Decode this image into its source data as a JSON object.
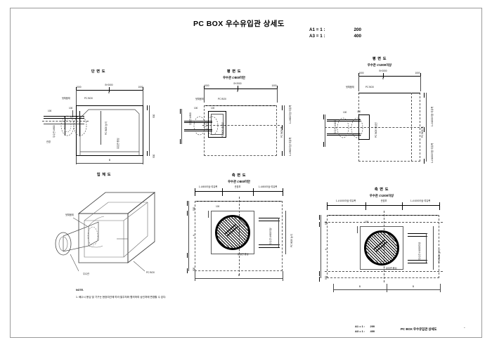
{
  "sheet": {
    "title": "PC BOX 우수유입관 상세도",
    "scale": {
      "a1_label": "A1 = 1 :",
      "a1_value": "200",
      "a3_label": "A3 = 1 :",
      "a3_value": "400"
    }
  },
  "panels": {
    "top_left": {
      "title": "단 면 도",
      "labels": {
        "pcbox": "PC BOX",
        "backfill": "뒷채움재",
        "dim_100": "100",
        "pipe_spec": "우수관 ∅800",
        "top_total": "B+2000",
        "top_b": "B",
        "top_l": "1000",
        "top_r": "1000",
        "right_upper": "500",
        "right_lower": "500",
        "bottom_dim": "B",
        "inner_v": "PC BOX 높이",
        "inner_v2": "유입관 중심",
        "left_v": "우수관 ∅800",
        "left_tag": "관경"
      }
    },
    "top_mid": {
      "title": "평 면 도",
      "subtitle": "우수관 ∅800미만",
      "labels": {
        "pcbox": "PC BOX",
        "backfill": "뒷채움재",
        "dim_100": "100",
        "pipe_spec": "우수관 ∅800",
        "top_total": "B+2000",
        "top_b": "B",
        "top_l": "1000",
        "top_r": "1000",
        "right_mid": "PC BOX 폭",
        "right_upper": "1-∅800이상 여유폭",
        "right_lower": "1-∅800이상 여유폭",
        "left_v": "우수관 ∅800",
        "center_v": "PC BOX 중심선"
      }
    },
    "top_right": {
      "title": "평 면 도",
      "subtitle": "우수관 ∅1000이상",
      "labels": {
        "pcbox": "PC BOX",
        "backfill": "뒷채움재",
        "dim_100": "100",
        "pipe_spec": "우수관 ∅1000",
        "top_total": "B+2000",
        "top_b": "B",
        "top_l": "1000",
        "top_r": "1000",
        "right_mid": "PC BOX 폭",
        "right_upper": "1-∅1000이상 여유폭",
        "right_lower": "1-∅1000이상 여유폭",
        "left_v": "우수관 ∅1000",
        "center_v": "PC BOX 중심선"
      }
    },
    "bottom_left": {
      "title": "입 체 도",
      "labels": {
        "backfill": "뒷채움재",
        "pipe": "우수관",
        "pcbox": "PC BOX"
      }
    },
    "bottom_mid": {
      "title": "측 면 도",
      "subtitle": "우수관 ∅800미만",
      "labels": {
        "dim_left": "1-∅800이상 여유폭",
        "dim_center": "관경부",
        "dim_right": "1-∅800이상 여유폭",
        "left_top": "500",
        "left_mid": "H",
        "left_bot": "500",
        "inner_100": "100",
        "right_v": "PC BOX 높이",
        "right_v2": "우수관 ∅800이상",
        "bottom_dim": "B",
        "pipe_note": "유입관 중심"
      }
    },
    "bottom_right": {
      "title": "측 면 도",
      "subtitle": "우수관 ∅1000이상",
      "labels": {
        "dim_left": "1-∅1000이상 여유폭",
        "dim_center": "관경부",
        "dim_right": "1-∅1000이상 여유폭",
        "left_top": "500",
        "left_mid": "H",
        "left_bot": "500",
        "inner_100": "100",
        "right_v": "PC BOX 높이",
        "right_v2": "우수관 ∅1000이상",
        "bottom_dim_l": "B",
        "bottom_dim_r": "B",
        "pipe_note": "유입관 중심"
      }
    }
  },
  "note": {
    "heading": "NOTE.",
    "items": [
      "1. 배수시 용심 및 기구는 현장여건에 따라 발주처와 협의하여 승인처에 변경할 수 있다."
    ]
  },
  "title_block": {
    "scale_a1_label": "A1 = 1 :",
    "scale_a1_value": "200",
    "scale_a3_label": "A3 = 1 :",
    "scale_a3_value": "400",
    "drawing_name": "PC BOX 우수유입관 상세도",
    "sheet_mark": "-"
  }
}
